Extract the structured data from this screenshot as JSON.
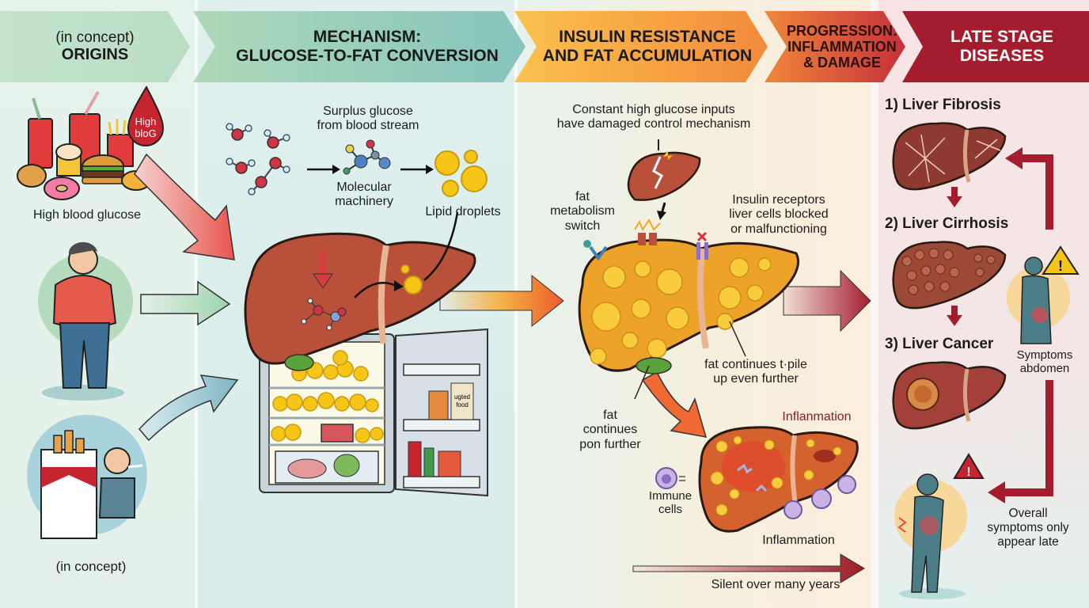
{
  "headers": {
    "origins": {
      "sub": "(in concept)",
      "title": "ORIGINS"
    },
    "mechanism": {
      "line1": "MECHANISM:",
      "line2": "GLUCOSE-TO-FAT CONVERSION"
    },
    "insulin": {
      "line1": "INSULIN RESISTANCE",
      "line2": "AND FAT ACCUMULATION"
    },
    "progression": {
      "line1": "PROGRESSION:",
      "line2": "INFLAMMATION",
      "line3": "& DAMAGE"
    },
    "late": {
      "line1": "LATE STAGE",
      "line2": "DISEASES"
    }
  },
  "origins": {
    "drop_label_1": "High",
    "drop_label_2": "bloG",
    "food_caption": "High blood glucose",
    "bottom_caption": "(in concept)"
  },
  "mechanism": {
    "surplus_1": "Surplus glucose",
    "surplus_2": "from blood stream",
    "machinery_1": "Molecular",
    "machinery_2": "machinery",
    "lipid": "Lipid droplets",
    "fridge_box_label_1": "ugted",
    "fridge_box_label_2": "food"
  },
  "insulin": {
    "constant_1": "Constant high glucose inputs",
    "constant_2": "have damaged control mechanism",
    "switch_1": "fat",
    "switch_2": "metabolism",
    "switch_3": "switch",
    "receptors_1": "Insulin receptors",
    "receptors_2": "liver cells blocked",
    "receptors_3": "or malfunctioning",
    "pile_1": "fat continues t·pile",
    "pile_2": "up even further",
    "further_1": "fat",
    "further_2": "continues",
    "further_3": "pon further",
    "inflam_top": "Inflanmation",
    "immune_1": "Immune",
    "immune_2": "cells",
    "inflam_bottom": "Inflammation",
    "silent": "Silent over many years"
  },
  "late": {
    "stage1": "1) Liver Fibrosis",
    "stage2": "2) Liver Cirrhosis",
    "stage3": "3) Liver Cancer",
    "symptoms_1": "Symptoms",
    "symptoms_2": "abdomen",
    "overall_1": "Overall",
    "overall_2": "symptoms only",
    "overall_3": "appear late"
  },
  "colors": {
    "liver_healthy": "#b9503a",
    "fat_yellow": "#f5c518",
    "fatty_liver": "#eda22a",
    "disease_red": "#a41d2e",
    "arrow_red": "#e8564f",
    "arrow_green": "#9fd3ad",
    "arrow_blue": "#7fb6c4"
  }
}
